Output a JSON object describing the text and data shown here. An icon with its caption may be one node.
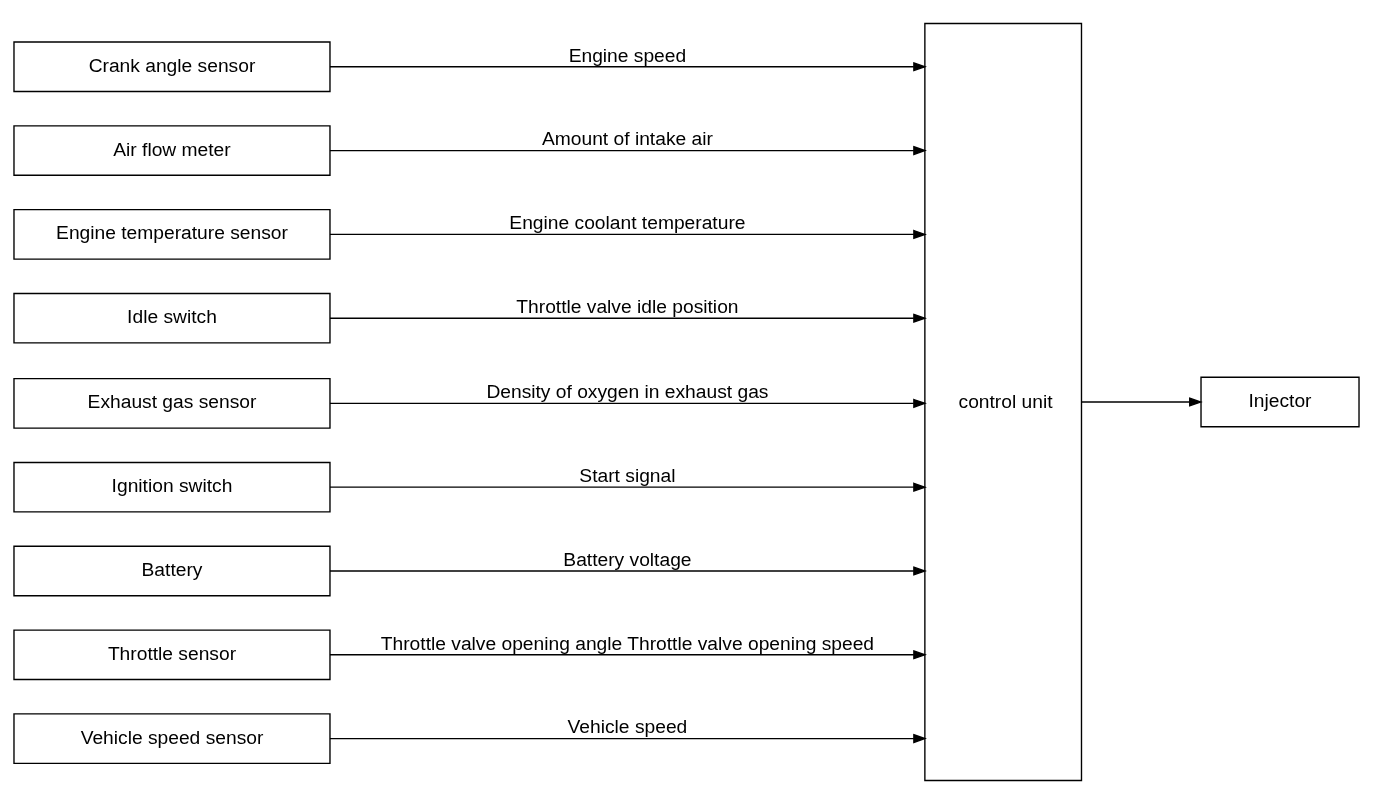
{
  "diagram": {
    "nodes": [
      {
        "text": [
          "Crank angle sensor"
        ]
      },
      {
        "text": [
          "Air flow meter"
        ]
      },
      {
        "text": [
          "Engine temperature sensor"
        ]
      },
      {
        "text": [
          "Idle switch"
        ]
      },
      {
        "text": [
          "Exhaust gas sensor"
        ]
      },
      {
        "text": [
          "Ignition switch"
        ]
      },
      {
        "text": [
          "Battery"
        ]
      },
      {
        "text": [
          "Throttle sensor"
        ]
      },
      {
        "text": [
          "Vehicle speed sensor"
        ]
      },
      {
        "text": [
          "control unit"
        ]
      },
      {
        "text": [
          "Injector"
        ]
      }
    ],
    "edges": [
      {
        "from": 0,
        "to": 9,
        "arrow": "to",
        "label": "Engine speed"
      },
      {
        "from": 1,
        "to": 9,
        "arrow": "to",
        "label": "Amount of intake air"
      },
      {
        "from": 2,
        "to": 9,
        "arrow": "to",
        "label": "Engine coolant temperature"
      },
      {
        "from": 3,
        "to": 9,
        "arrow": "to",
        "label": "Throttle valve idle position"
      },
      {
        "from": 4,
        "to": 9,
        "arrow": "to",
        "label": "Density of oxygen in exhaust gas"
      },
      {
        "from": 5,
        "to": 9,
        "arrow": "to",
        "label": "Start signal"
      },
      {
        "from": 6,
        "to": 9,
        "arrow": "to",
        "label": "Battery voltage"
      },
      {
        "from": 7,
        "to": 9,
        "arrow": "to",
        "label": "Throttle valve opening angle Throttle valve opening speed"
      },
      {
        "from": 8,
        "to": 9,
        "arrow": "to",
        "label": "Vehicle speed"
      },
      {
        "from": 9,
        "to": 10,
        "arrow": "to"
      }
    ]
  }
}
